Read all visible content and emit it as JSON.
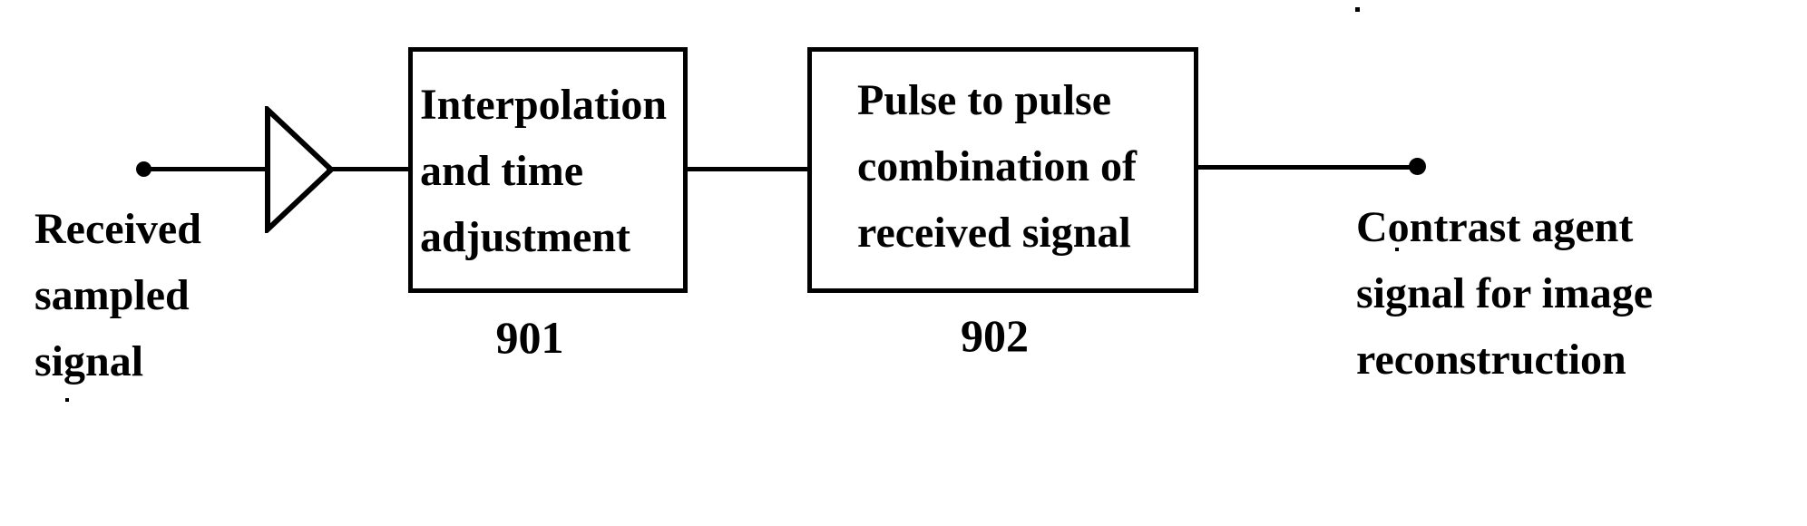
{
  "input_label": {
    "lines": [
      "Received",
      "sampled",
      "signal"
    ]
  },
  "output_label": {
    "lines": [
      "Contrast agent",
      "signal for image",
      "reconstruction"
    ]
  },
  "blocks": [
    {
      "lines": [
        "Interpolation",
        "and time",
        "adjustment"
      ],
      "ref": "901"
    },
    {
      "lines": [
        "Pulse to pulse",
        "combination of",
        "received signal"
      ],
      "ref": "902"
    }
  ],
  "icons": {
    "amplifier": "triangle-amplifier-icon"
  },
  "colors": {
    "ink": "#000000",
    "paper": "#ffffff"
  }
}
